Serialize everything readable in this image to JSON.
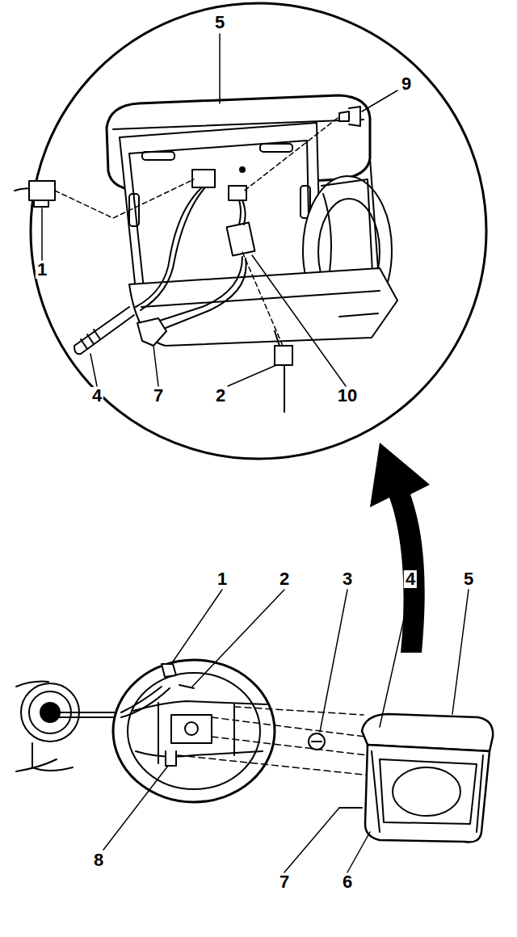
{
  "diagram": {
    "labels": [
      "5",
      "9",
      "1",
      "4",
      "7",
      "2",
      "10",
      "1",
      "2",
      "3",
      "4",
      "5",
      "8",
      "7",
      "6"
    ]
  }
}
